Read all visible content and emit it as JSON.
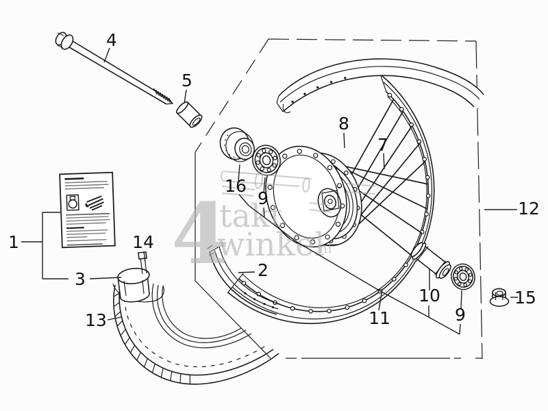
{
  "parts": {
    "p1": "1",
    "p2": "2",
    "p3": "3",
    "p4": "4",
    "p5": "5",
    "p7": "7",
    "p8": "8",
    "p9a": "9",
    "p9b": "9",
    "p10": "10",
    "p11": "11",
    "p12": "12",
    "p13": "13",
    "p14": "14",
    "p15": "15",
    "p16": "16"
  },
  "watermark": {
    "digit": "4",
    "word1": "takt",
    "word2": "winkel",
    "tld": ".nl"
  },
  "colors": {
    "ink": "#1c1c1c",
    "watermark_gray": "#b2b2b2",
    "paper": "#fcfcfc"
  }
}
